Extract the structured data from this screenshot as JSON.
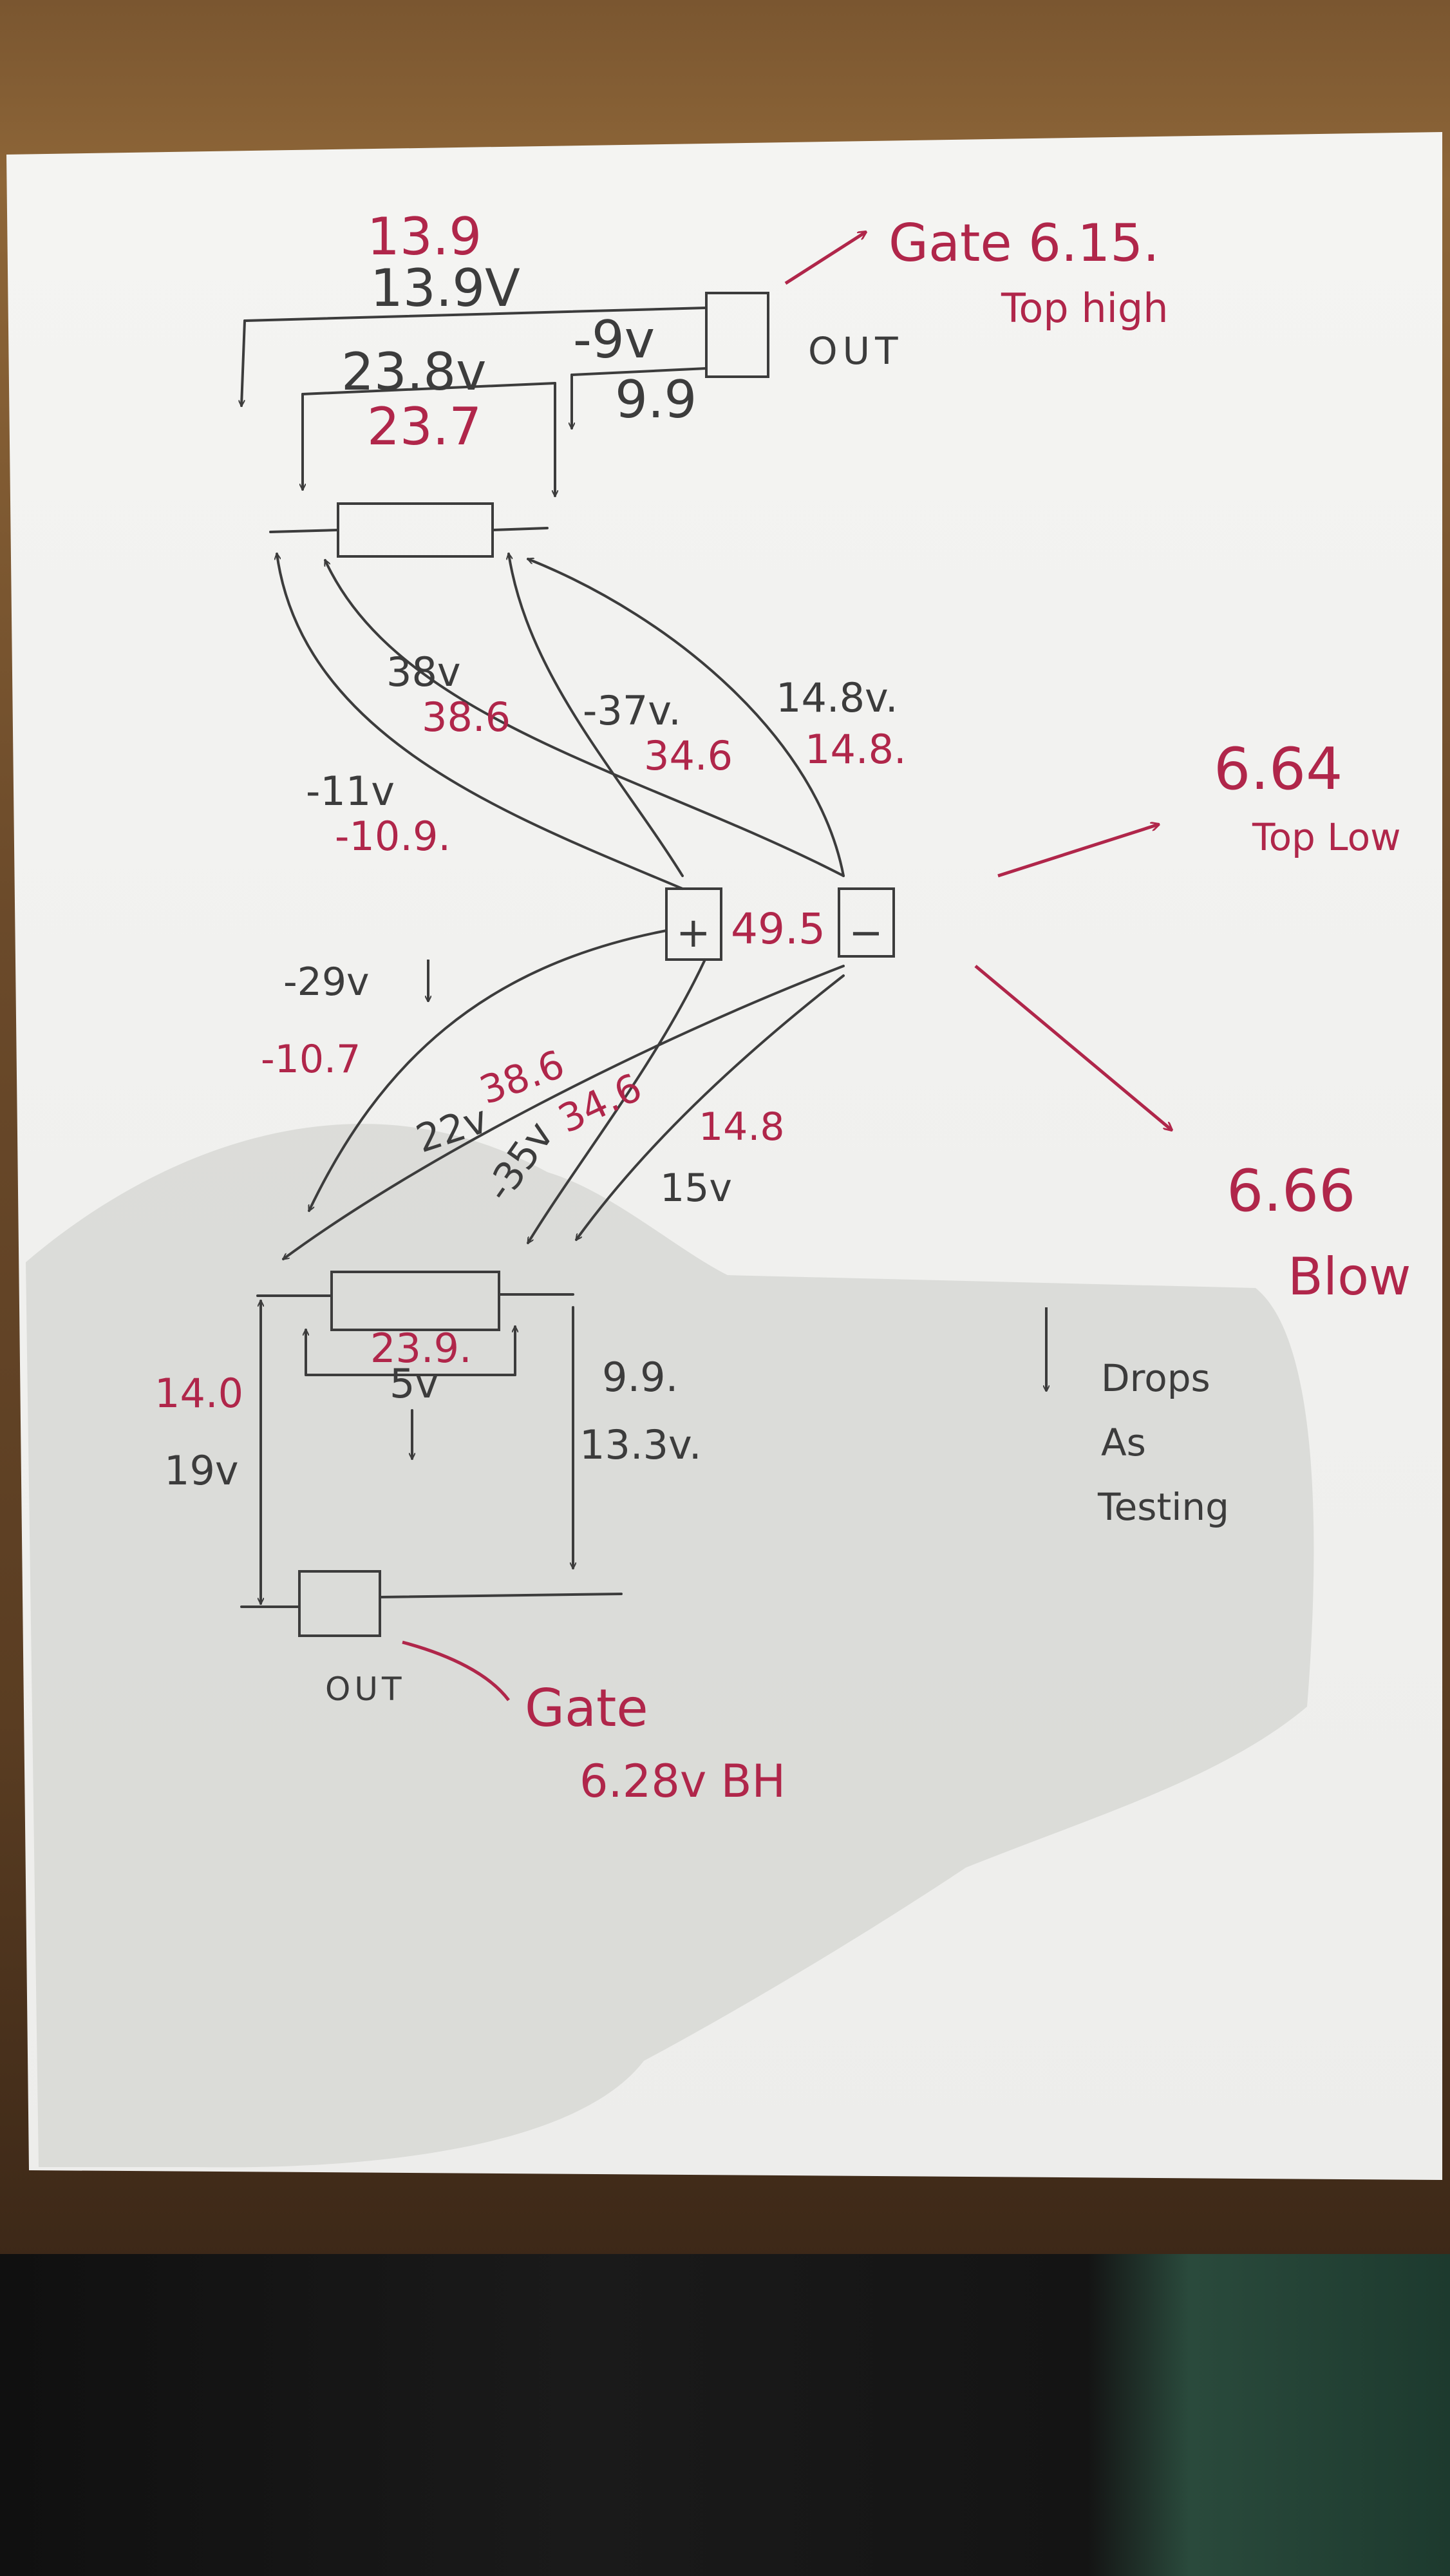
{
  "colors": {
    "pencil": "#3c3c3c",
    "pen": "#b0264a",
    "paper": "#f3f3f1",
    "shadow": "#cfd0cd"
  },
  "top": {
    "label_red_1": "13.9",
    "label_black_1": "13.9V",
    "label_black_2": "23.8v",
    "label_red_2": "23.7",
    "label_black_3": "-9v",
    "label_red_3": "9.9",
    "out_label": "OUT",
    "gate_note": "Gate 6.15.",
    "gate_sub": "Top high"
  },
  "middle": {
    "v_38": "38v",
    "v_386": "38.6",
    "v_neg37": "-37v.",
    "v_346": "34.6",
    "v_148": "14.8v.",
    "v_148r": "14.8.",
    "v_neg11": "-11v",
    "v_neg109": "-10.9.",
    "center": "49.5",
    "plus": "+",
    "minus": "−"
  },
  "right": {
    "top_low_value": "6.64",
    "top_low_label": "Top Low",
    "blow_value": "6.66",
    "blow_label": "Blow",
    "drops_1": "Drops",
    "drops_2": "As",
    "drops_3": "Testing"
  },
  "lower": {
    "v_neg29": "-29v",
    "v_neg107": "-10.7",
    "v_386": "38.6",
    "v_22": "22v",
    "v_neg35": "-35v",
    "v_346": "34.6",
    "v_148": "14.8",
    "v_15": "15v"
  },
  "bottom": {
    "v_140": "14.0",
    "v_19": "19v",
    "v_239": "23.9.",
    "v_5": "5v",
    "v_99": "9.9.",
    "v_133": "13.3v.",
    "out_label": "OUT",
    "gate_note": "Gate",
    "gate_value": "6.28v BH"
  }
}
